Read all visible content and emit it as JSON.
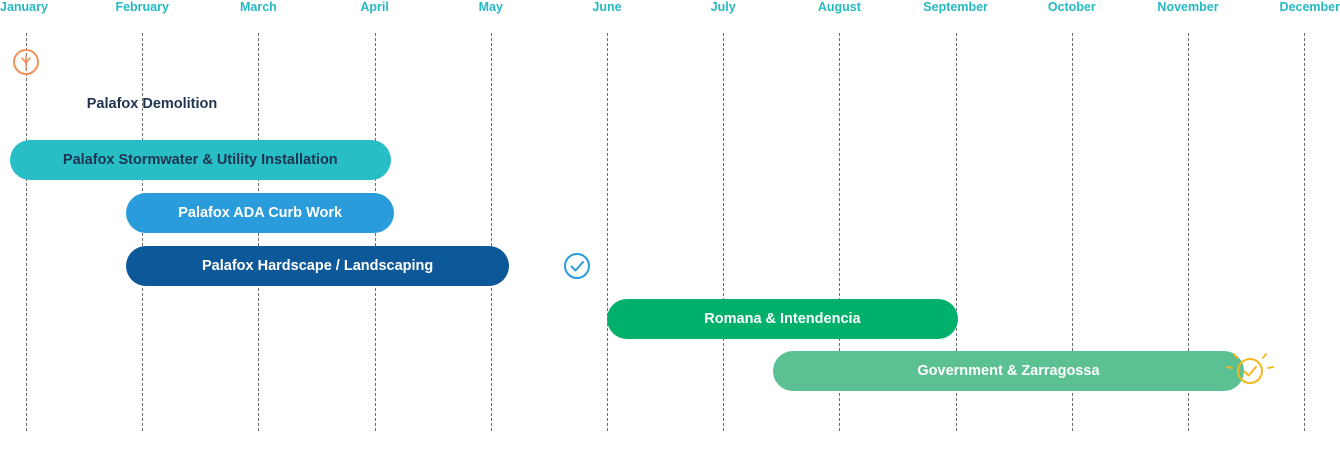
{
  "colors": {
    "month_label": "#27b9c3",
    "gridline": "#6f6f6f",
    "task_text_dark": "#1e3350"
  },
  "chart_data": {
    "type": "gantt",
    "x_axis": {
      "months": [
        "January",
        "February",
        "March",
        "April",
        "May",
        "June",
        "July",
        "August",
        "September",
        "October",
        "November",
        "December"
      ],
      "range_months": [
        0,
        11.2
      ]
    },
    "grid": "vertical-dashed",
    "tasks": [
      {
        "label": "Palafox Demolition",
        "start": null,
        "end": null,
        "color": null,
        "text_color": "#1e3350"
      },
      {
        "label": "Palafox Stormwater & Utility Installation",
        "start": -0.14,
        "end": 3.14,
        "color": "#27bfc5",
        "text_color": "#1e3350"
      },
      {
        "label": "Palafox ADA Curb Work",
        "start": 0.86,
        "end": 3.17,
        "color": "#2a9bdb",
        "text_color": "#ffffff"
      },
      {
        "label": "Palafox Hardscape / Landscaping",
        "start": 0.86,
        "end": 4.16,
        "color": "#0d5899",
        "text_color": "#ffffff"
      },
      {
        "label": "Romana & Intendencia",
        "start": 5.0,
        "end": 8.02,
        "color": "#00b06b",
        "text_color": "#ffffff"
      },
      {
        "label": "Government & Zarragossa",
        "start": 6.43,
        "end": 10.48,
        "color": "#5bc193",
        "text_color": "#ffffff"
      }
    ],
    "markers": [
      {
        "icon": "sprout-check-icon",
        "at": 0.0,
        "row": 0,
        "color": "#f0925e"
      },
      {
        "icon": "check-circle-icon",
        "at": 4.74,
        "row": 4,
        "color": "#2a9bdb"
      },
      {
        "icon": "check-circle-sparkle-icon",
        "at": 10.53,
        "row": 7,
        "color": "#f5b81c"
      }
    ]
  }
}
